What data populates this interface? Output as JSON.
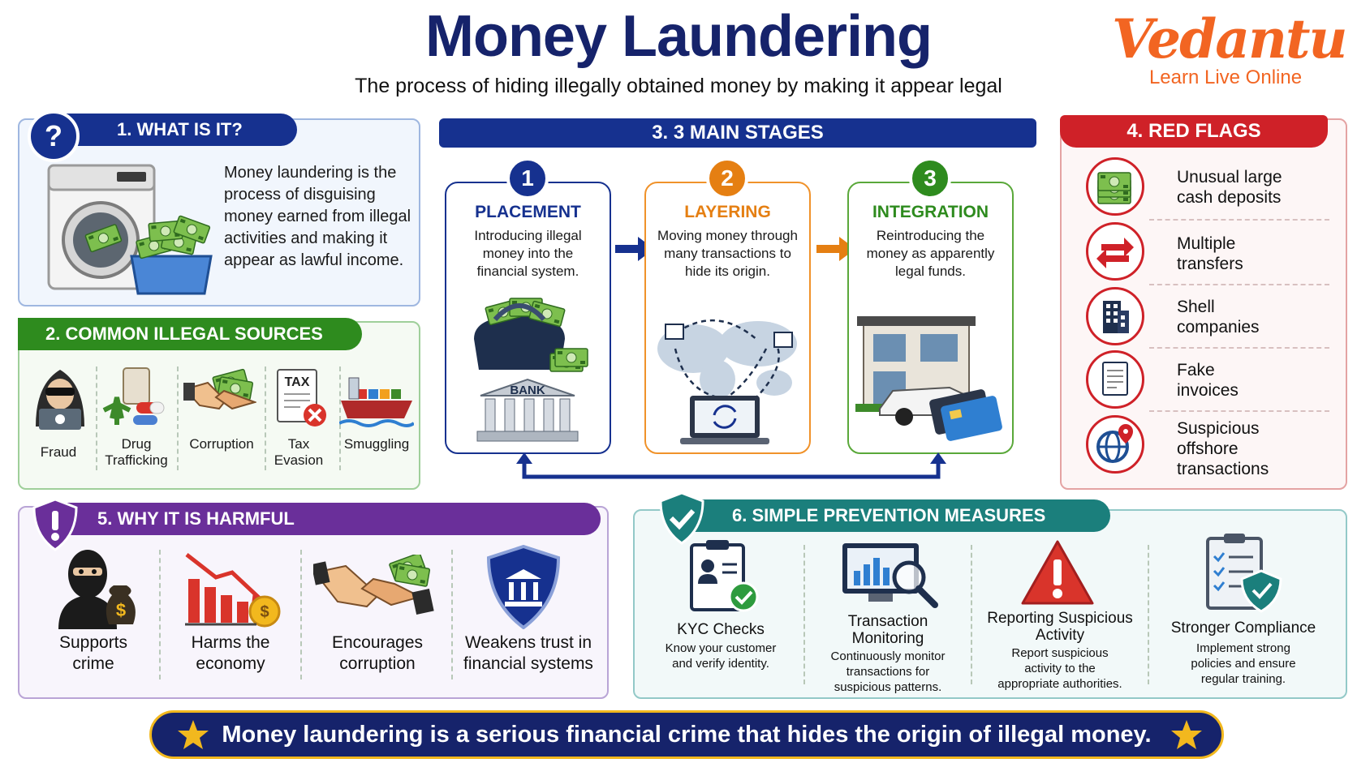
{
  "header": {
    "title": "Money Laundering",
    "subtitle": "The process of hiding illegally obtained money by making it appear legal"
  },
  "brand": {
    "name": "Vedantu",
    "tagline": "Learn Live Online"
  },
  "colors": {
    "navy": "#16236b",
    "blue": "#16318f",
    "orange": "#f26522",
    "green": "#2e8b1e",
    "red": "#cf2128",
    "purple": "#6a2f9a",
    "teal": "#1b7f7c",
    "gold": "#f2b81e"
  },
  "what_is_it": {
    "heading": "1. WHAT IS IT?",
    "badge": "?",
    "text": "Money laundering is the process of disguising money earned from illegal activities and making it appear as lawful income.",
    "icon": "washing-machine-with-cash-icon"
  },
  "sources": {
    "heading": "2. COMMON ILLEGAL SOURCES",
    "items": [
      {
        "label": "Fraud",
        "icon": "hacker-icon"
      },
      {
        "label": "Drug\nTrafficking",
        "icon": "drugs-icon"
      },
      {
        "label": "Corruption",
        "icon": "bribe-handshake-icon"
      },
      {
        "label": "Tax\nEvasion",
        "icon": "tax-document-icon",
        "icon_text": "TAX"
      },
      {
        "label": "Smuggling",
        "icon": "cargo-ship-icon"
      }
    ]
  },
  "stages": {
    "heading": "3. 3 MAIN STAGES",
    "items": [
      {
        "number": "1",
        "title": "PLACEMENT",
        "desc": "Introducing illegal money into the financial system.",
        "icon": "bag-of-cash-and-bank-icon",
        "bank_label": "BANK"
      },
      {
        "number": "2",
        "title": "LAYERING",
        "desc": "Moving money through many transactions to hide its origin.",
        "icon": "world-map-transfers-icon"
      },
      {
        "number": "3",
        "title": "INTEGRATION",
        "desc": "Reintroducing the money as apparently legal funds.",
        "icon": "house-car-cards-icon"
      }
    ]
  },
  "red_flags": {
    "heading": "4. RED FLAGS",
    "items": [
      {
        "label": "Unusual large\ncash deposits",
        "icon": "cash-stack-icon"
      },
      {
        "label": "Multiple\ntransfers",
        "icon": "arrows-transfer-icon"
      },
      {
        "label": "Shell\ncompanies",
        "icon": "building-icon"
      },
      {
        "label": "Fake\ninvoices",
        "icon": "invoice-icon"
      },
      {
        "label": "Suspicious\noffshore\ntransactions",
        "icon": "globe-pin-icon"
      }
    ]
  },
  "harms": {
    "heading": "5. WHY IT IS HARMFUL",
    "items": [
      {
        "label": "Supports\ncrime",
        "icon": "criminal-with-money-bag-icon"
      },
      {
        "label": "Harms the\neconomy",
        "icon": "falling-chart-icon"
      },
      {
        "label": "Encourages\ncorruption",
        "icon": "handshake-cash-icon"
      },
      {
        "label": "Weakens trust in\nfinancial systems",
        "icon": "bank-shield-icon"
      }
    ]
  },
  "prevention": {
    "heading": "6. SIMPLE PREVENTION MEASURES",
    "items": [
      {
        "title": "KYC Checks",
        "desc": "Know your customer\nand verify identity.",
        "icon": "id-clipboard-check-icon"
      },
      {
        "title": "Transaction\nMonitoring",
        "desc": "Continuously monitor\ntransactions for\nsuspicious patterns.",
        "icon": "monitor-magnifier-icon"
      },
      {
        "title": "Reporting Suspicious\nActivity",
        "desc": "Report suspicious\nactivity to the\nappropriate authorities.",
        "icon": "warning-triangle-icon"
      },
      {
        "title": "Stronger Compliance",
        "desc": "Implement strong\npolicies and ensure\nregular training.",
        "icon": "checklist-shield-icon"
      }
    ]
  },
  "footer": {
    "text": "Money laundering is a serious financial crime that hides the origin of illegal money."
  }
}
